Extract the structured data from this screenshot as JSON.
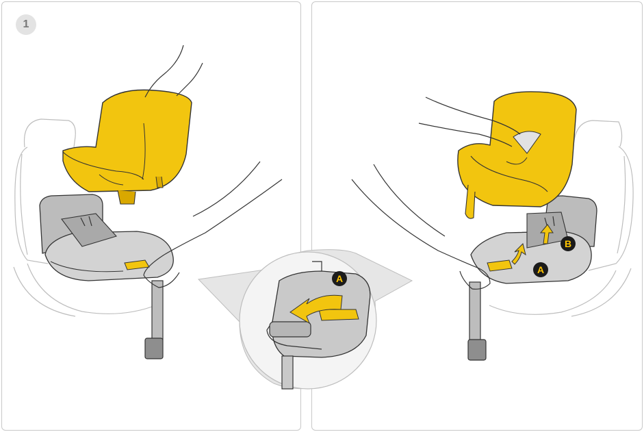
{
  "step": {
    "number": "1"
  },
  "markers": {
    "a": "A",
    "b": "B"
  },
  "colors": {
    "seat_yellow": "#f2c50f",
    "seat_yellow_dark": "#d9a800",
    "base_gray": "#c9c9c9",
    "base_gray_dark": "#a9a9a9",
    "line": "#3a3a3a",
    "panel_border": "#c8c8c8",
    "badge_bg": "#e3e3e3",
    "marker_bg": "#1b1b1b",
    "marker_text": "#ffc400"
  },
  "icons": [
    "arrow-push-icon",
    "arrow-up-icon",
    "arrow-up-small-icon"
  ]
}
